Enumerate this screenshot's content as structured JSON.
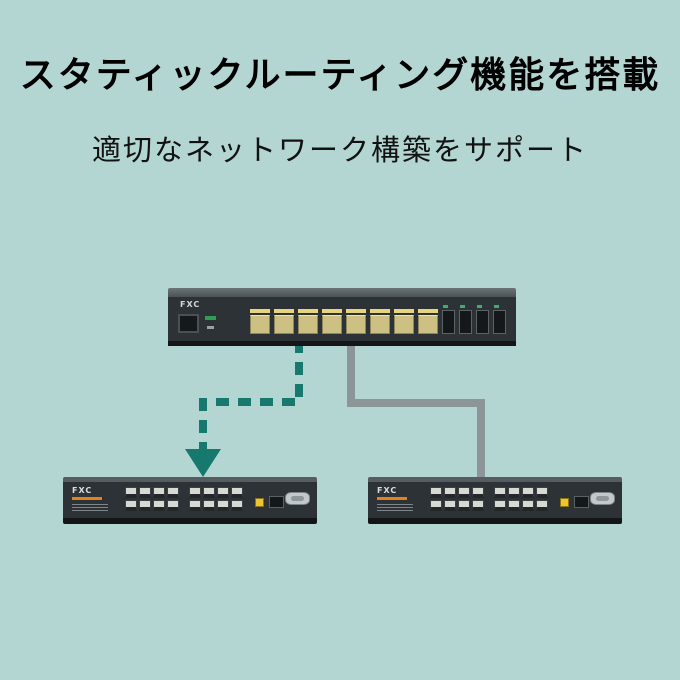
{
  "page": {
    "background_color": "#b3d6d2"
  },
  "header": {
    "title": "スタティックルーティング機能を搭載",
    "subtitle": "適切なネットワーク構築をサポート"
  },
  "devices": {
    "router": {
      "brand": "FXC",
      "lan_ports": 8,
      "sfp_slots": 4
    },
    "switch_left": {
      "brand": "FXC"
    },
    "switch_right": {
      "brand": "FXC"
    },
    "switch_ports_per_row": 8
  },
  "links": {
    "solid": {
      "color": "#8c9699",
      "style": "solid"
    },
    "dashed": {
      "color": "#17796d",
      "style": "dashed"
    }
  }
}
